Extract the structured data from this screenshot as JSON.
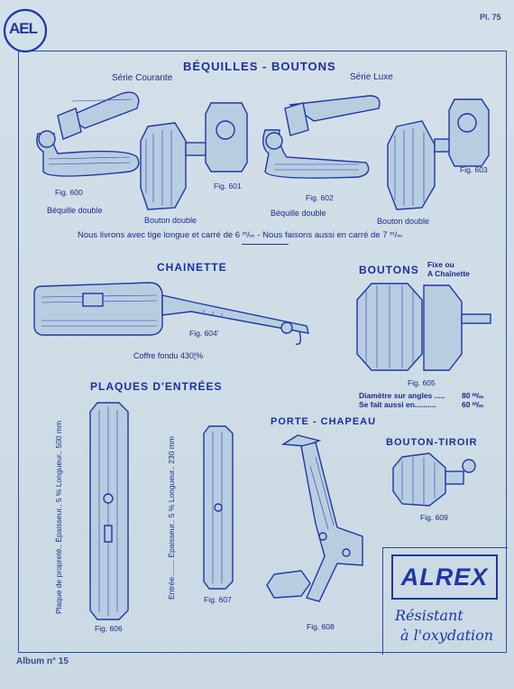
{
  "header": {
    "logo_text": "AEL",
    "plate": "Pl. 75"
  },
  "sections": {
    "bequilles": {
      "title": "BÉQUILLES - BOUTONS",
      "serie_courante": "Série Courante",
      "serie_luxe": "Série Luxe",
      "labels": {
        "bequille_double_1": "Béquille double",
        "bouton_double_1": "Bouton double",
        "bequille_double_2": "Béquille double",
        "bouton_double_2": "Bouton double"
      },
      "figs": {
        "f600": "Fig. 600",
        "f601": "Fig. 601",
        "f602": "Fig. 602",
        "f603": "Fig. 603"
      },
      "note": "Nous livrons avec tige longue et carré de 6 ᵐ/ₘ - Nous faisons aussi en carré de 7 ᵐ/ₘ"
    },
    "chainette": {
      "title": "CHAINETTE",
      "fig": "Fig. 604'",
      "caption": "Coffre fondu 430¦%"
    },
    "boutons": {
      "title": "BOUTONS",
      "subtitle_1": "Fixe ou",
      "subtitle_2": "A Chaînette",
      "fig": "Fig. 605",
      "spec_1_label": "Diamètre sur angles .....",
      "spec_1_value": "80 ᵐ/ₘ",
      "spec_2_label": "Se fait aussi en..........",
      "spec_2_value": "60 ᵐ/ₘ"
    },
    "plaques": {
      "title": "PLAQUES  D'ENTRÉES",
      "plate_1_text_a": "Plaque de propreté.. Épaisseur.. 5 %  Longueur.. 500 mm",
      "plate_2_text_a": "Entrée........ Épaisseur.. 5 %  Longueur.. 230 mm",
      "fig_606": "Fig. 606",
      "fig_607": "Fig. 607"
    },
    "porte_chapeau": {
      "title": "PORTE - CHAPEAU",
      "fig": "Fig. 608"
    },
    "bouton_tiroir": {
      "title": "BOUTON-TIROIR",
      "fig": "Fig. 609"
    },
    "brand": {
      "name": "ALREX",
      "slogan_1": "Résistant",
      "slogan_2": "à l'oxydation"
    }
  },
  "footer": {
    "album": "Album n° 15"
  }
}
